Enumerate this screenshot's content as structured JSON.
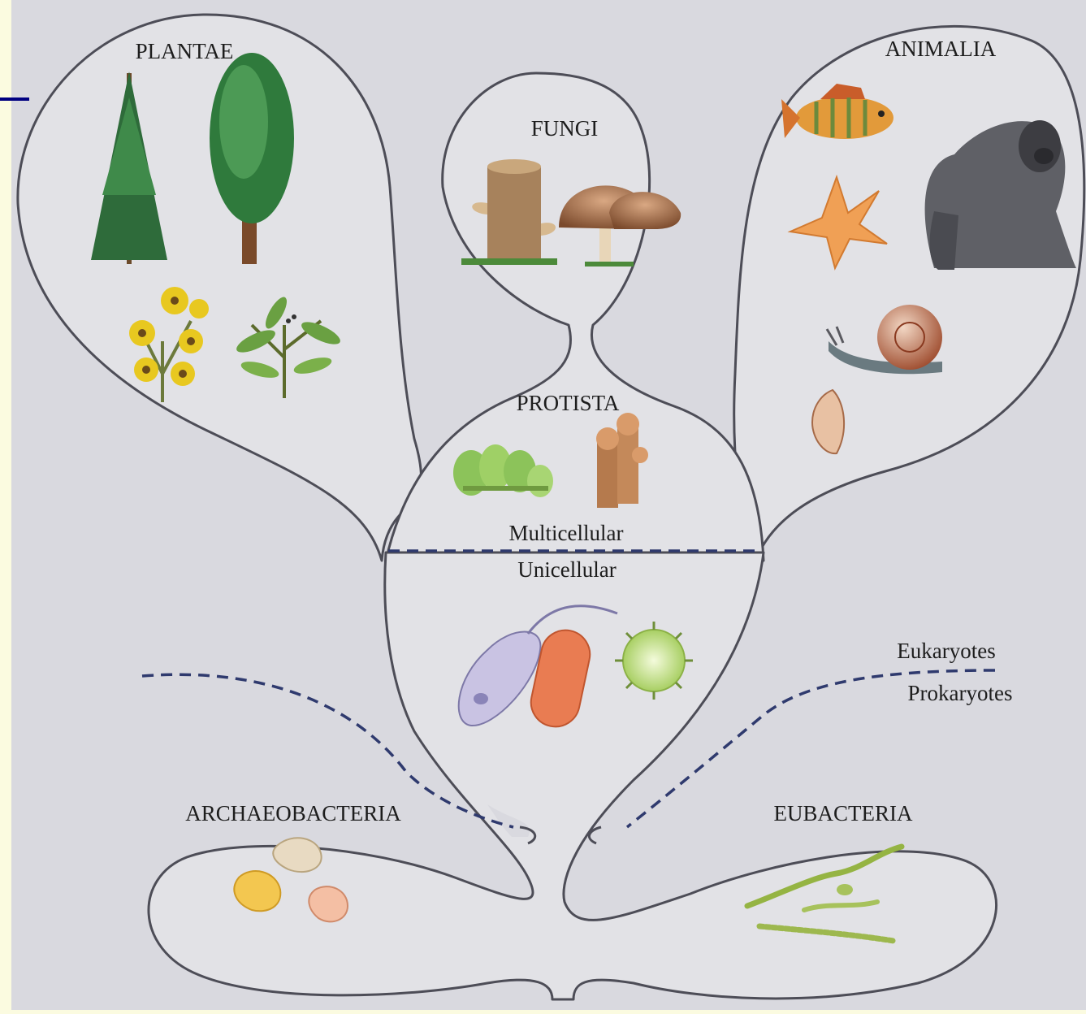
{
  "kingdoms": {
    "plantae": "PLANTAE",
    "fungi": "FUNGI",
    "animalia": "ANIMALIA",
    "protista": "PROTISTA",
    "archaeobacteria": "ARCHAEOBACTERIA",
    "eubacteria": "EUBACTERIA"
  },
  "divisions": {
    "multicellular": "Multicellular",
    "unicellular": "Unicellular",
    "eukaryotes": "Eukaryotes",
    "prokaryotes": "Prokaryotes"
  },
  "colors": {
    "page_background": "#fbfbe0",
    "paper": "#d9d9df",
    "tree_fill": "#e2e2e6",
    "outline": "#4d4d57",
    "dashed_line": "#2f3a6e",
    "accent_bar": "#000080"
  },
  "organism_icons": [
    "spruce-tree-icon",
    "redwood-tree-icon",
    "yellow-flowering-shrub-icon",
    "green-shrub-icon",
    "bracket-fungus-stump-icon",
    "mushroom-icon",
    "fish-icon",
    "gorilla-icon",
    "starfish-icon",
    "snail-icon",
    "seashell-icon",
    "green-alga-icon",
    "brown-alga-icon",
    "flagellate-protist-icon",
    "rod-protist-icon",
    "spiky-protist-icon",
    "archaeobacteria-cells-icon",
    "filamentous-eubacteria-icon"
  ]
}
